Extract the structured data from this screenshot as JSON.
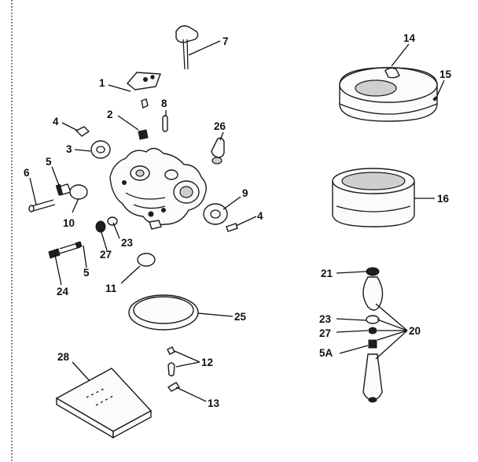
{
  "callouts": {
    "c1": "1",
    "c2": "2",
    "c3": "3",
    "c4a": "4",
    "c4b": "4",
    "c5a": "5",
    "c5b": "5",
    "c6": "6",
    "c7": "7",
    "c8": "8",
    "c9": "9",
    "c10": "10",
    "c11": "11",
    "c12": "12",
    "c13": "13",
    "c14": "14",
    "c15": "15",
    "c16": "16",
    "c20": "20",
    "c21": "21",
    "c23a": "23",
    "c23b": "23",
    "c24": "24",
    "c25": "25",
    "c26": "26",
    "c27a": "27",
    "c27b": "27",
    "c28": "28",
    "c5A": "5A"
  }
}
